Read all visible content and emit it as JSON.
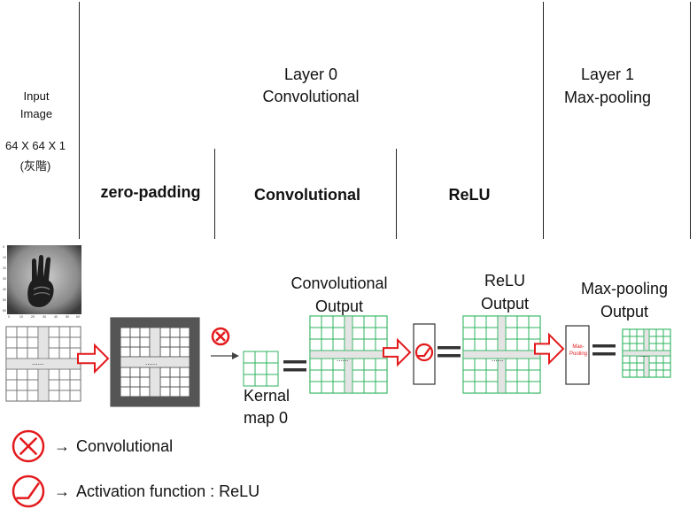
{
  "header": {
    "input_title": "Input\nImage",
    "input_size": "64 X 64 X 1",
    "input_mode": "(灰階)",
    "layer0_title": "Layer 0",
    "layer0_sub": "Convolutional",
    "layer1_title": "Layer 1",
    "layer1_sub": "Max-pooling",
    "stage_zero_padding": "zero-padding",
    "stage_convolutional": "Convolutional",
    "stage_relu": "ReLU"
  },
  "diagram": {
    "kernel_label_1": "Kernal",
    "kernel_label_2": "map 0",
    "conv_output_1": "Convolutional",
    "conv_output_2": "Output",
    "relu_output_1": "ReLU",
    "relu_output_2": "Output",
    "maxpool_output_1": "Max-pooling",
    "maxpool_output_2": "Output",
    "maxpool_box_1": "Max-",
    "maxpool_box_2": "Pooling",
    "ellipsis": "......",
    "vdots": "⋮",
    "hand_axis_ticks": [
      "0",
      "10",
      "20",
      "30",
      "40",
      "50",
      "60"
    ]
  },
  "legend": {
    "conv_label": "Convolutional",
    "relu_label": "Activation function : ReLU",
    "arrow": "→"
  },
  "colors": {
    "red": "#e31a1c",
    "green": "#2db35d",
    "dark_cell": "#555555",
    "light_fill": "#e4e4e4"
  }
}
